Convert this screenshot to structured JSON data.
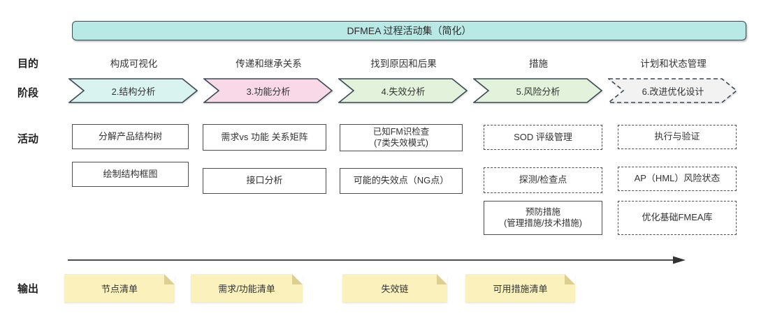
{
  "banner": {
    "title": "DFMEA 过程活动集（简化）"
  },
  "row_labels": {
    "purpose": "目的",
    "phase": "阶段",
    "activity": "活动",
    "output": "输出"
  },
  "purposes": [
    "构成可视化",
    "传递和继承关系",
    "找到原因和后果",
    "措施",
    "计划和状态管理"
  ],
  "phases": [
    "2.结构分析",
    "3.功能分析",
    "4.失效分析",
    "5.风险分析",
    "6.改进优化设计"
  ],
  "activities": {
    "structure": {
      "a1": "分解产品结构树",
      "a2": "绘制结构框图"
    },
    "function": {
      "a1": "需求vs 功能 关系矩阵",
      "a2": "接口分析"
    },
    "failure": {
      "a1_line1": "已知FM识检查",
      "a1_line2": "(7类失效模式)",
      "a2": "可能的失效点（NG点）"
    },
    "risk": {
      "a1": "SOD 评级管理",
      "a2": "探测/检查点",
      "a3_line1": "预防措施",
      "a3_line2": "(管理措施/技术措施)"
    },
    "improve": {
      "a1": "执行与验证",
      "a2": "AP（HML）风险状态",
      "a3": "优化基础FMEA库"
    }
  },
  "outputs": [
    "节点清单",
    "需求/功能清单",
    "失效链",
    "可用措施清单"
  ],
  "colors": {
    "banner_fill": "#b9e9e5",
    "phase_structure": "#d9f3f0",
    "phase_function": "#f9d9e8",
    "phase_failure": "#e3f2da",
    "phase_risk": "#e3f2da",
    "phase_improve": "#f2f2f2",
    "outline": "#3a4a52",
    "box_border": "#4d4d4d",
    "note_fill": "#faf1bd",
    "note_fold": "#ddcf8d",
    "text": "#333333"
  }
}
